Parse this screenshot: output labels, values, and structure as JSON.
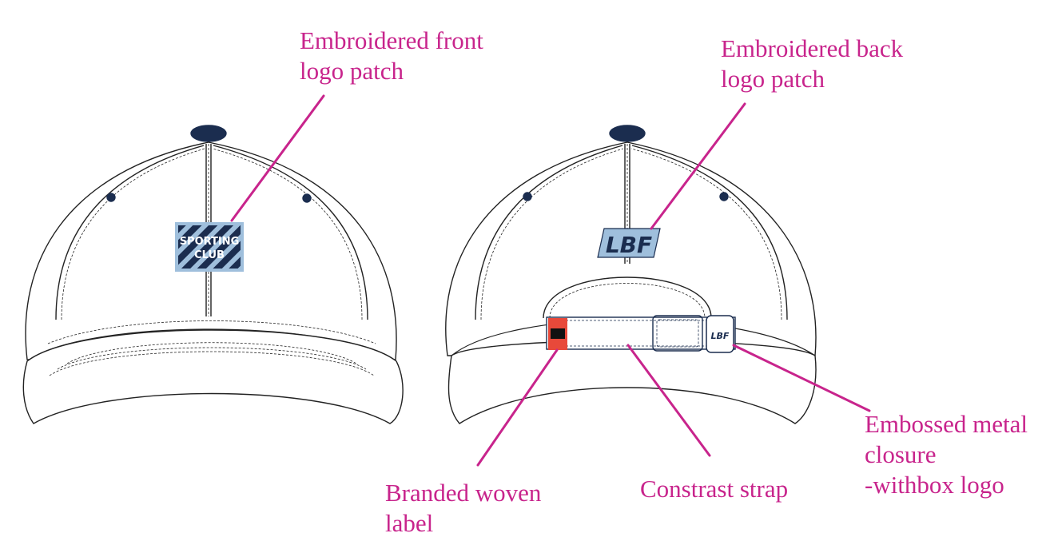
{
  "colors": {
    "callout": "#c8248c",
    "outline": "#222222",
    "navy": "#1b2d4f",
    "light_blue": "#9fbfdc",
    "woven_red": "#e8493a"
  },
  "callouts": {
    "front_patch": {
      "line1": "Embroidered front",
      "line2": "logo patch"
    },
    "back_patch": {
      "line1": "Embroidered back",
      "line2": "logo patch"
    },
    "woven_label": {
      "line1": "Branded woven",
      "line2": "label"
    },
    "strap": {
      "line1": "Constrast strap"
    },
    "closure": {
      "line1": "Embossed metal",
      "line2": "closure",
      "line3": "-withbox logo"
    }
  },
  "patches": {
    "front_line1": "SPORTING",
    "front_line2": "CLUB",
    "back_logo": "LBF",
    "closure_logo": "LBF"
  }
}
